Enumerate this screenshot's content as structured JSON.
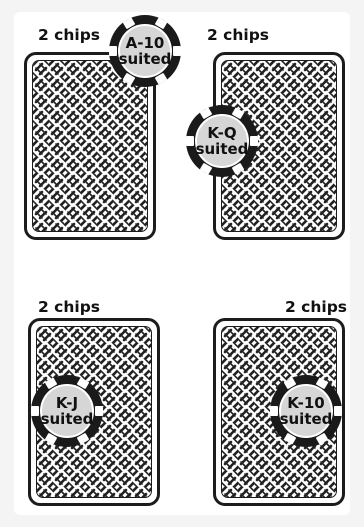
{
  "hands": [
    {
      "label": "2 chips",
      "chip_line1": "A-10",
      "chip_line2": "suited"
    },
    {
      "label": "2 chips",
      "chip_line1": "K-Q",
      "chip_line2": "suited"
    },
    {
      "label": "2 chips",
      "chip_line1": "K-J",
      "chip_line2": "suited"
    },
    {
      "label": "2 chips",
      "chip_line1": "K-10",
      "chip_line2": "suited"
    }
  ],
  "colors": {
    "card_border": "#1c1c1c",
    "card_pattern": "#222222",
    "chip_face": "#d6d6d6",
    "chip_ring": "#1a1a1a",
    "chip_stripes": "#ffffff",
    "label_text": "#111111"
  },
  "icons": {
    "card": "card-back-icon",
    "chip": "poker-chip-icon"
  }
}
